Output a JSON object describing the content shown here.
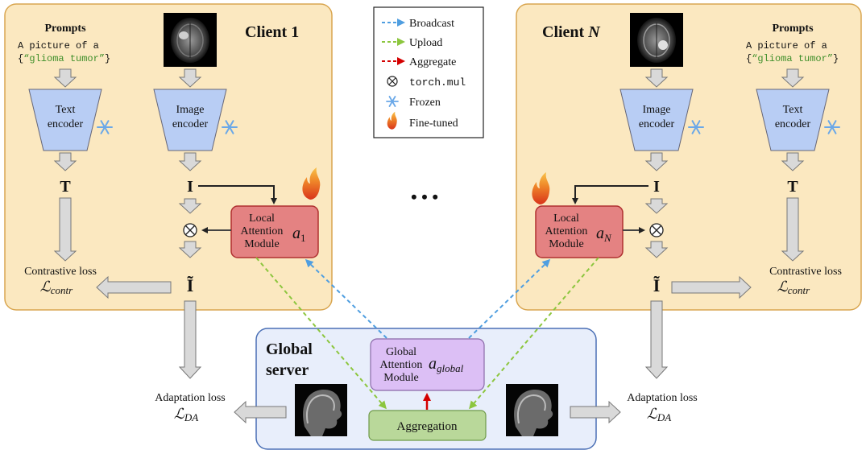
{
  "legend": {
    "items": [
      {
        "icon": "dashed-blue-arrow-icon",
        "label": "Broadcast"
      },
      {
        "icon": "dashed-green-arrow-icon",
        "label": "Upload"
      },
      {
        "icon": "dashed-red-arrow-icon",
        "label": "Aggregate"
      },
      {
        "icon": "circled-times-icon",
        "label": "torch.mul"
      },
      {
        "icon": "snowflake-icon",
        "label": "Frozen"
      },
      {
        "icon": "flame-icon",
        "label": "Fine-tuned"
      }
    ]
  },
  "client1": {
    "title": "Client 1",
    "prompts_title": "Prompts",
    "prompt_line1": "A picture of a",
    "prompt_open": "{",
    "prompt_class": "“glioma tumor”",
    "prompt_close": "}",
    "text_encoder": [
      "Text",
      "encoder"
    ],
    "image_encoder": [
      "Image",
      "encoder"
    ],
    "T": "T",
    "I": "I",
    "I_tilde": "Ĩ",
    "lam": [
      "Local",
      "Attention",
      "Module"
    ],
    "lam_symbol": "a",
    "lam_sub": "1",
    "loss_label": "Contrastive loss",
    "loss_symbol": "ℒ",
    "loss_sub": "contr"
  },
  "clientN": {
    "title_prefix": "Client ",
    "title_var": "N",
    "prompts_title": "Prompts",
    "prompt_line1": "A picture of a",
    "prompt_open": "{",
    "prompt_class": "“glioma tumor”",
    "prompt_close": "}",
    "text_encoder": [
      "Text",
      "encoder"
    ],
    "image_encoder": [
      "Image",
      "encoder"
    ],
    "T": "T",
    "I": "I",
    "I_tilde": "Ĩ",
    "lam": [
      "Local",
      "Attention",
      "Module"
    ],
    "lam_symbol": "a",
    "lam_sub": "N",
    "loss_label": "Contrastive loss",
    "loss_symbol": "ℒ",
    "loss_sub": "contr"
  },
  "ellipsis": "• • •",
  "server": {
    "title": [
      "Global",
      "server"
    ],
    "gam": [
      "Global",
      "Attention",
      "Module"
    ],
    "gam_symbol": "a",
    "gam_sub": "global",
    "aggregation": "Aggregation"
  },
  "adaptation_left": {
    "label": "Adaptation loss",
    "symbol": "ℒ",
    "sub": "DA"
  },
  "adaptation_right": {
    "label": "Adaptation loss",
    "symbol": "ℒ",
    "sub": "DA"
  },
  "colors": {
    "client_bg": "#fbe8c0",
    "client_border": "#d9a650",
    "server_bg": "#e8eefb",
    "server_border": "#4a6fb5",
    "encoder": "#b8cdf4",
    "lam_fill": "#e48282",
    "lam_border": "#b03030",
    "gam_fill": "#dcbff5",
    "agg_fill": "#b9d89a",
    "broadcast": "#4f9ee0",
    "upload": "#8cc63e",
    "aggregate": "#d40000",
    "text_green": "#3f8f2a",
    "snowflake": "#6aa8e8",
    "flame": "#e2601a"
  }
}
